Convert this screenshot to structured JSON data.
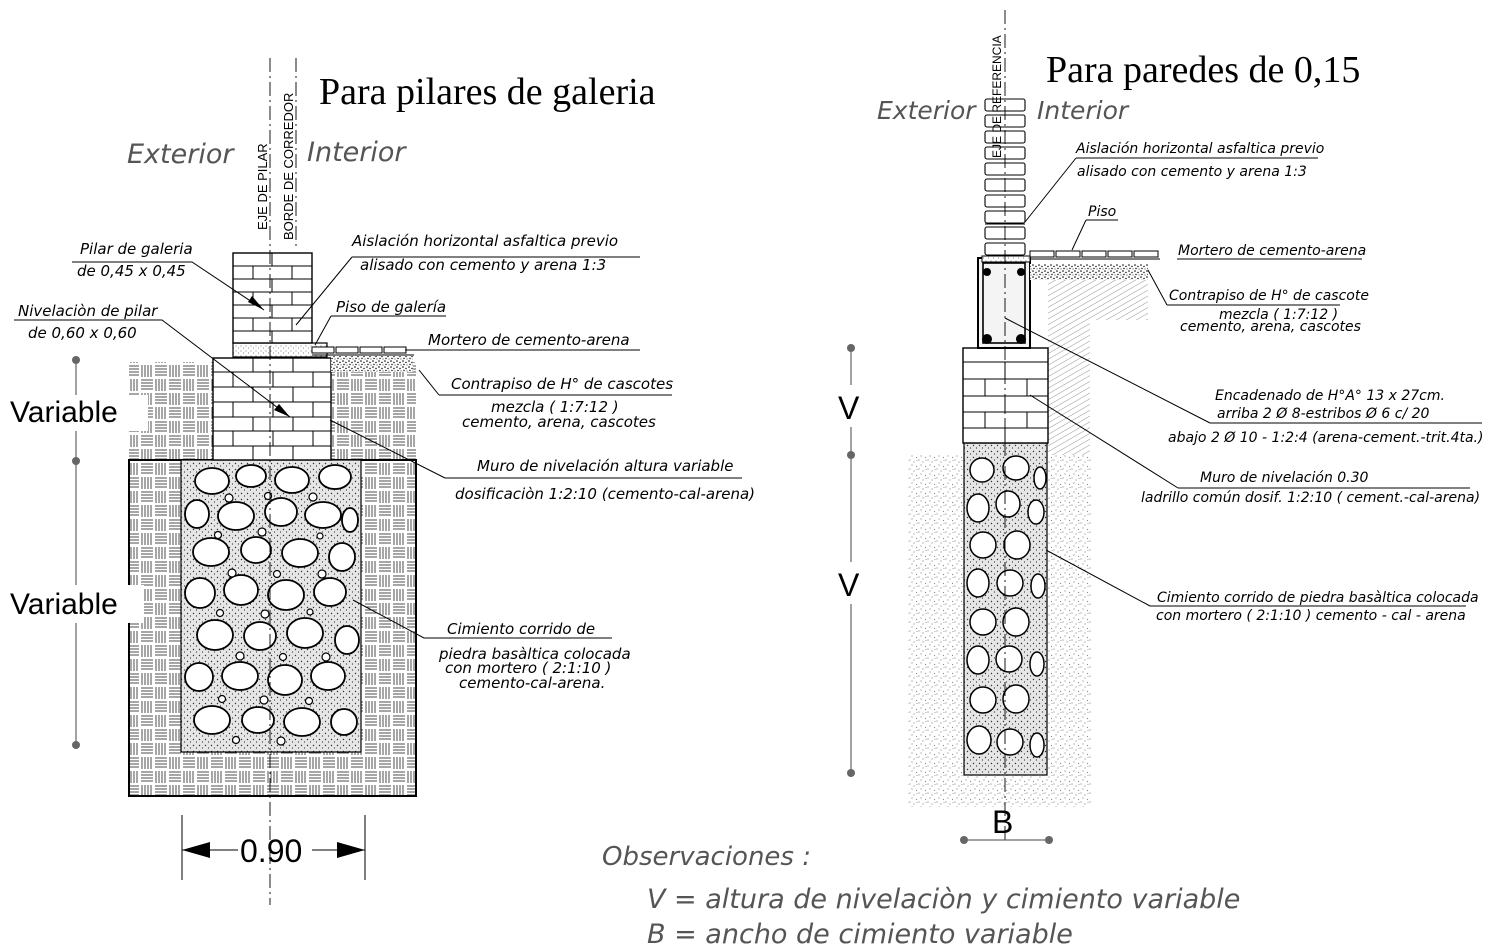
{
  "left_detail": {
    "title": "Para pilares de galeria",
    "exterior": "Exterior",
    "interior": "Interior",
    "axis_label_1": "EJE DE PILAR",
    "axis_label_2": "BORDE DE CORREDOR",
    "pilar_1": "Pilar de galeria",
    "pilar_2": "de 0,45 x 0,45",
    "nivelacion_1": "Nivelaciòn de pilar",
    "nivelacion_2": "de 0,60 x 0,60",
    "aislacion_1": "Aislación horizontal asfaltica previo",
    "aislacion_2": "alisado con cemento y arena 1:3",
    "piso": "Piso de galería",
    "mortero": "Mortero de cemento-arena",
    "contrapiso_1": "Contrapiso de H° de cascotes",
    "contrapiso_2": "mezcla ( 1:7:12 )",
    "contrapiso_3": "cemento, arena, cascotes",
    "muro_1": "Muro de nivelación altura variable",
    "muro_2": "dosificaciòn  1:2:10 (cemento-cal-arena)",
    "cimiento_1": "Cimiento corrido de",
    "cimiento_2": "piedra basàltica colocada",
    "cimiento_3": "con mortero ( 2:1:10 )",
    "cimiento_4": "cemento-cal-arena.",
    "dim_variable_1": "Variable",
    "dim_variable_2": "Variable",
    "dim_width": "0.90"
  },
  "right_detail": {
    "title": "Para paredes de 0,15",
    "exterior": "Exterior",
    "interior": "Interior",
    "axis_label": "EJE DE REFERENCIA",
    "aislacion_1": "Aislación horizontal asfaltica previo",
    "aislacion_2": "alisado con cemento y arena 1:3",
    "piso": "Piso",
    "mortero": "Mortero de cemento-arena",
    "contrapiso_1": "Contrapiso de H° de cascote",
    "contrapiso_2": "mezcla ( 1:7:12 )",
    "contrapiso_3": "cemento, arena, cascotes",
    "encadenado_1": "Encadenado de H°A° 13 x 27cm.",
    "encadenado_2": "arriba 2 Ø 8-estribos Ø 6 c/ 20",
    "encadenado_3": "abajo 2 Ø 10 - 1:2:4 (arena-cement.-trit.4ta.)",
    "muro_1": "Muro de nivelación 0.30",
    "muro_2": "ladrillo común dosif. 1:2:10 ( cement.-cal-arena)",
    "cimiento_1": "Cimiento corrido de piedra basàltica colocada",
    "cimiento_2": "con mortero ( 2:1:10 )  cemento - cal - arena",
    "dim_v1": "V",
    "dim_v2": "V",
    "dim_b": "B"
  },
  "observaciones": {
    "heading": "Observaciones :",
    "line_1": "V = altura de nivelaciòn y cimiento variable",
    "line_2": "B = ancho de cimiento variable"
  }
}
